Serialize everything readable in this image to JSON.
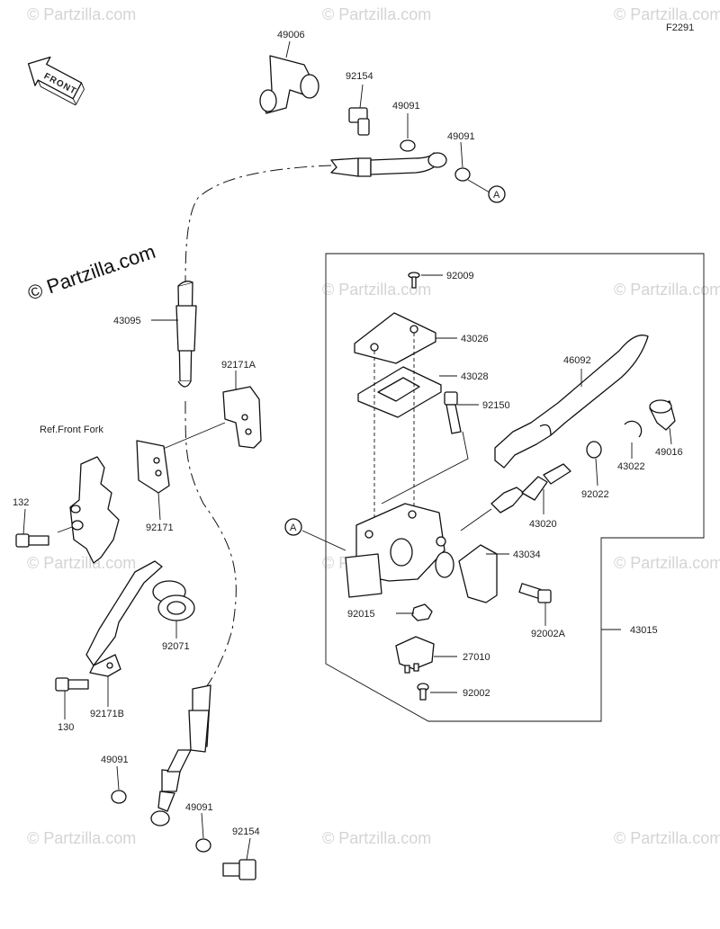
{
  "figure_code": "F2291",
  "front_label": "FRONT",
  "copyright": "© Partzilla.com",
  "watermark": "© Partzilla.com",
  "ref_label": "Ref.Front Fork",
  "connector_A": "A",
  "parts": {
    "p49006": "49006",
    "p92154_top": "92154",
    "p49091_a": "49091",
    "p49091_b": "49091",
    "p43095": "43095",
    "p92171A": "92171A",
    "p92171": "92171",
    "p132": "132",
    "p92071": "92071",
    "p130": "130",
    "p92171B": "92171B",
    "p49091_c": "49091",
    "p49091_d": "49091",
    "p92154_bot": "92154",
    "p92009": "92009",
    "p43026": "43026",
    "p43028": "43028",
    "p92150": "92150",
    "p46092": "46092",
    "p49016": "49016",
    "p43022": "43022",
    "p92022": "92022",
    "p43020": "43020",
    "p43034": "43034",
    "p92015": "92015",
    "p92002A": "92002A",
    "p43015": "43015",
    "p27010": "27010",
    "p92002": "92002"
  }
}
